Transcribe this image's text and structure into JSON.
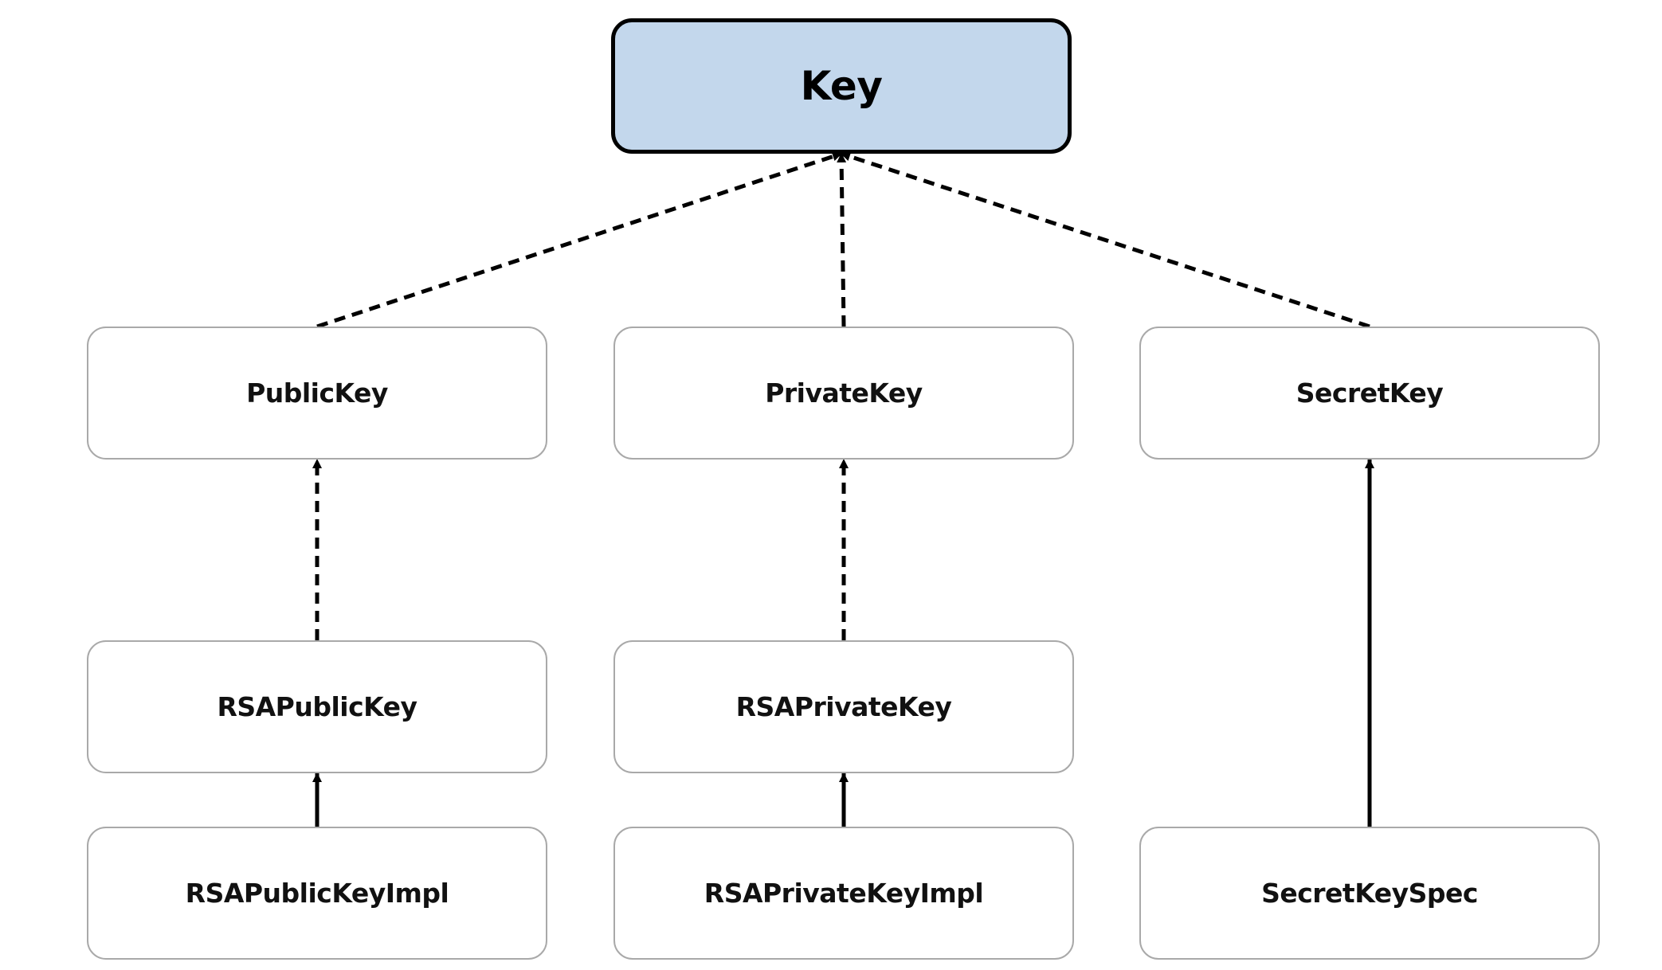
{
  "nodes": {
    "key": "Key",
    "public_key": "PublicKey",
    "private_key": "PrivateKey",
    "secret_key": "SecretKey",
    "rsa_public_key": "RSAPublicKey",
    "rsa_private_key": "RSAPrivateKey",
    "rsa_public_key_impl": "RSAPublicKeyImpl",
    "rsa_private_key_impl": "RSAPrivateKeyImpl",
    "secret_key_spec": "SecretKeySpec"
  },
  "edges": [
    {
      "from": "public_key",
      "to": "key",
      "style": "dashed"
    },
    {
      "from": "private_key",
      "to": "key",
      "style": "dashed"
    },
    {
      "from": "secret_key",
      "to": "key",
      "style": "dashed"
    },
    {
      "from": "rsa_public_key",
      "to": "public_key",
      "style": "dashed"
    },
    {
      "from": "rsa_private_key",
      "to": "private_key",
      "style": "dashed"
    },
    {
      "from": "secret_key_spec",
      "to": "secret_key",
      "style": "solid"
    },
    {
      "from": "rsa_public_key_impl",
      "to": "rsa_public_key",
      "style": "solid"
    },
    {
      "from": "rsa_private_key_impl",
      "to": "rsa_private_key",
      "style": "solid"
    }
  ],
  "colors": {
    "root_fill": "#c3d7ec",
    "root_border": "#000000",
    "node_border": "#a9a9a9",
    "edge": "#000000"
  }
}
